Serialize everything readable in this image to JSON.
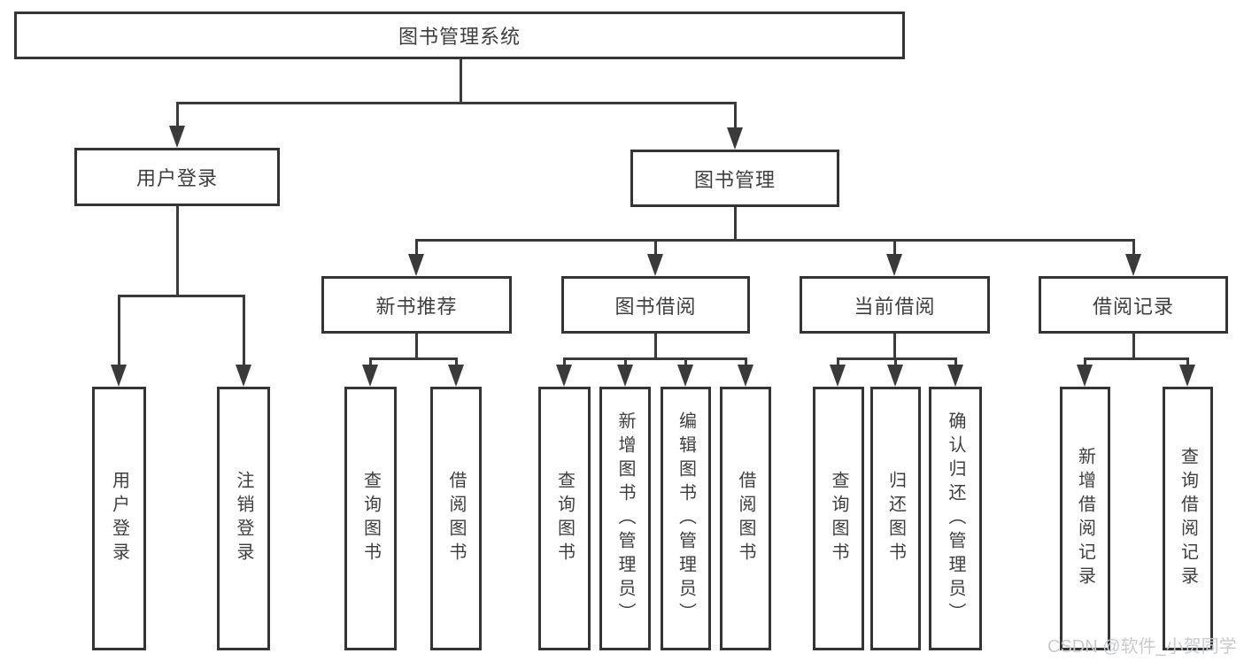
{
  "colors": {
    "background": "#ffffff",
    "line": "#3a3a3a",
    "box-border": "#343434",
    "text": "#3e3e3e",
    "watermark": "#c8cacc"
  },
  "watermark": "CSDN @软件_小贺同学",
  "nodes": {
    "root": {
      "label": "图书管理系统"
    },
    "user-login": {
      "label": "用户登录"
    },
    "book-management": {
      "label": "图书管理"
    },
    "new-book-recommend": {
      "label": "新书推荐"
    },
    "book-borrow": {
      "label": "图书借阅"
    },
    "current-borrow": {
      "label": "当前借阅"
    },
    "borrow-records": {
      "label": "借阅记录"
    },
    "leaf-user-login": {
      "label": "用户登录"
    },
    "leaf-logout": {
      "label": "注销登录"
    },
    "leaf-nb-query": {
      "label": "查询图书"
    },
    "leaf-nb-borrow": {
      "label": "借阅图书"
    },
    "leaf-bb-query": {
      "label": "查询图书"
    },
    "leaf-bb-add": {
      "label": "新增图书（管理员）"
    },
    "leaf-bb-edit": {
      "label": "编辑图书（管理员）"
    },
    "leaf-bb-borrow": {
      "label": "借阅图书"
    },
    "leaf-cb-query": {
      "label": "查询图书"
    },
    "leaf-cb-return": {
      "label": "归还图书"
    },
    "leaf-cb-confirm": {
      "label": "确认归还（管理员）"
    },
    "leaf-br-add": {
      "label": "新增借阅记录"
    },
    "leaf-br-query": {
      "label": "查询借阅记录"
    }
  },
  "edges": [
    [
      "root",
      "user-login"
    ],
    [
      "root",
      "book-management"
    ],
    [
      "user-login",
      "leaf-user-login"
    ],
    [
      "user-login",
      "leaf-logout"
    ],
    [
      "book-management",
      "new-book-recommend"
    ],
    [
      "book-management",
      "book-borrow"
    ],
    [
      "book-management",
      "current-borrow"
    ],
    [
      "book-management",
      "borrow-records"
    ],
    [
      "new-book-recommend",
      "leaf-nb-query"
    ],
    [
      "new-book-recommend",
      "leaf-nb-borrow"
    ],
    [
      "book-borrow",
      "leaf-bb-query"
    ],
    [
      "book-borrow",
      "leaf-bb-add"
    ],
    [
      "book-borrow",
      "leaf-bb-edit"
    ],
    [
      "book-borrow",
      "leaf-bb-borrow"
    ],
    [
      "current-borrow",
      "leaf-cb-query"
    ],
    [
      "current-borrow",
      "leaf-cb-return"
    ],
    [
      "current-borrow",
      "leaf-cb-confirm"
    ],
    [
      "borrow-records",
      "leaf-br-add"
    ],
    [
      "borrow-records",
      "leaf-br-query"
    ]
  ]
}
